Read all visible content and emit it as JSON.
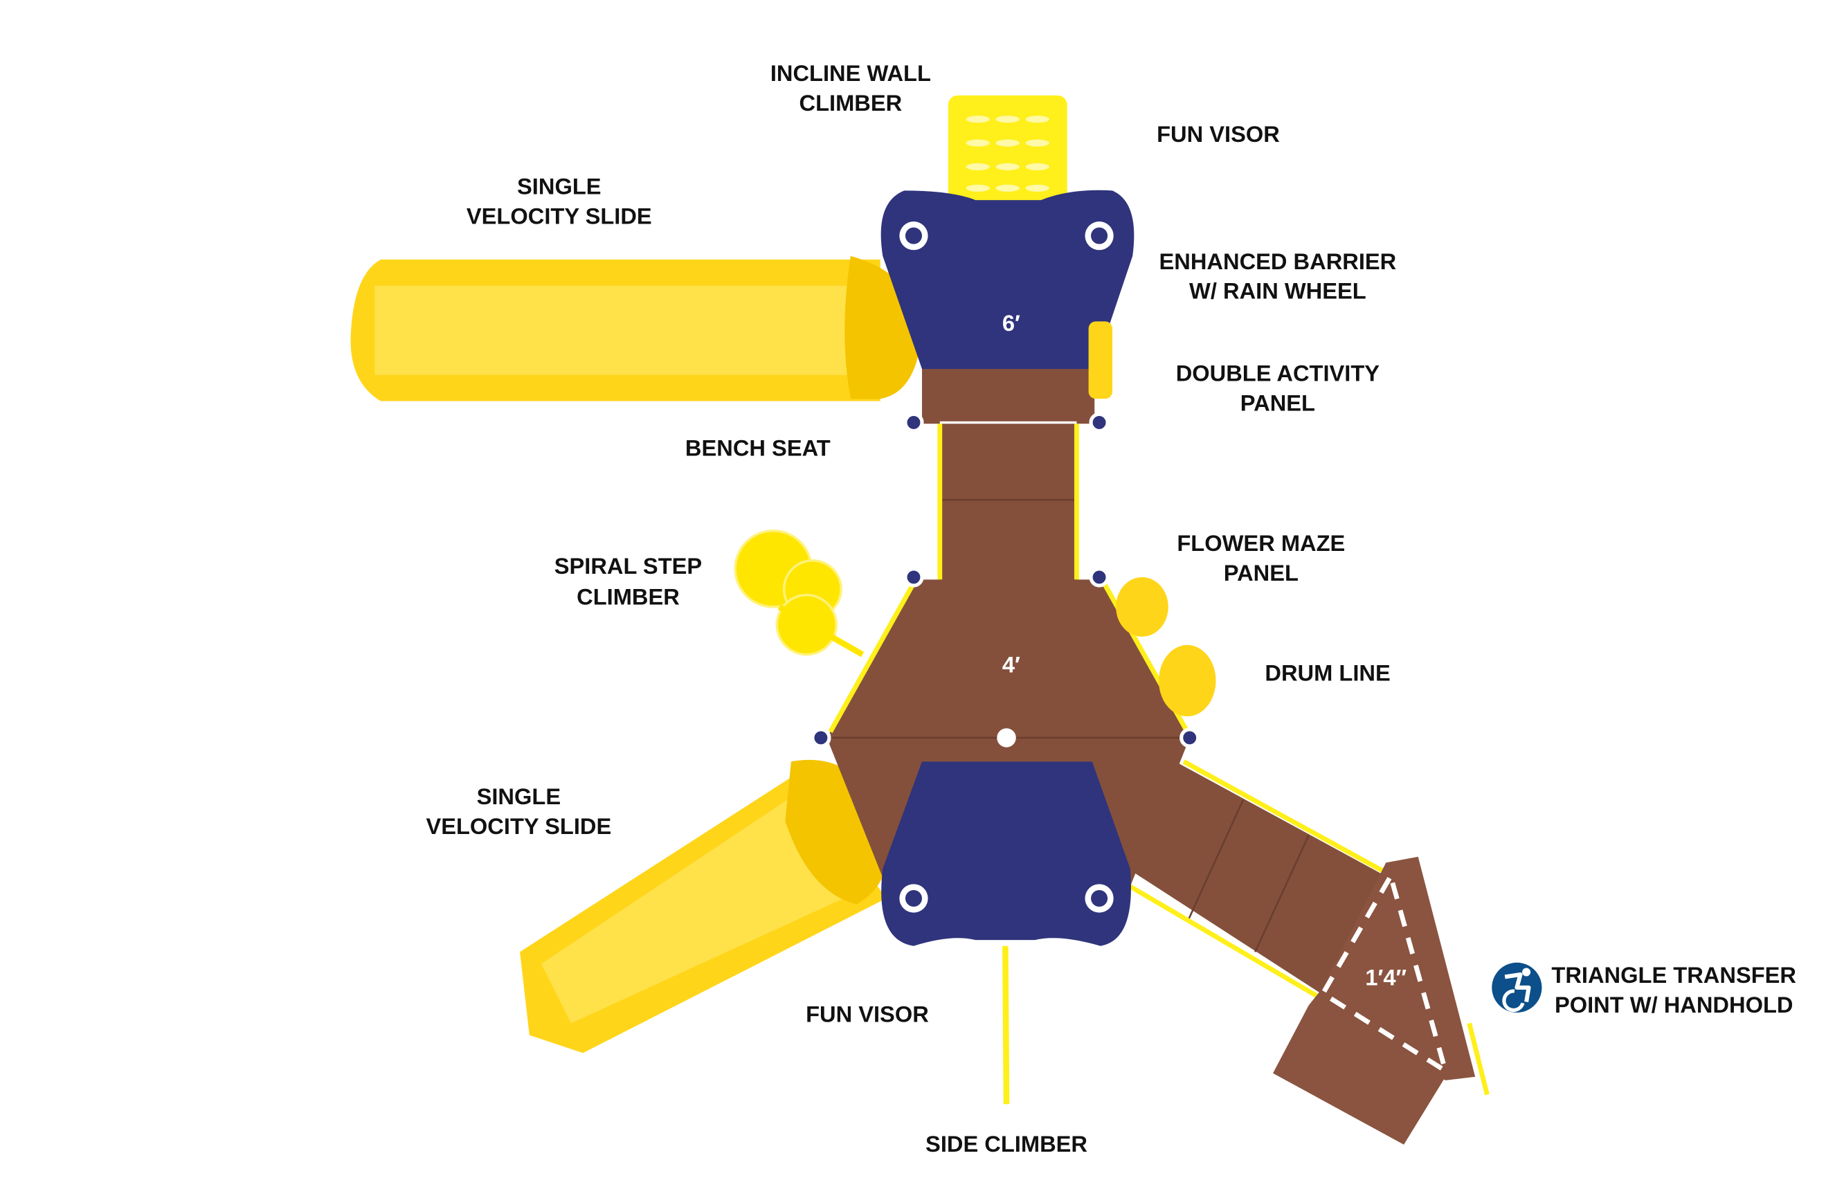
{
  "colors": {
    "yellow": "#FFD51A",
    "yellow_dark": "#E8B800",
    "blue": "#2F347C",
    "brown": "#84503C",
    "access_blue": "#0C4F8A"
  },
  "labels": {
    "incline_wall_climber": [
      "INCLINE WALL",
      "CLIMBER"
    ],
    "fun_visor_top": "FUN VISOR",
    "single_velocity_slide_top": [
      "SINGLE",
      "VELOCITY SLIDE"
    ],
    "enhanced_barrier": [
      "ENHANCED BARRIER",
      "W/ RAIN WHEEL"
    ],
    "double_activity_panel": [
      "DOUBLE ACTIVITY",
      "PANEL"
    ],
    "bench_seat": "BENCH SEAT",
    "spiral_step_climber": [
      "SPIRAL STEP",
      "CLIMBER"
    ],
    "flower_maze_panel": [
      "FLOWER MAZE",
      "PANEL"
    ],
    "drum_line": "DRUM LINE",
    "single_velocity_slide_bottom": [
      "SINGLE",
      "VELOCITY SLIDE"
    ],
    "fun_visor_bottom": "FUN VISOR",
    "side_climber": "SIDE CLIMBER",
    "triangle_transfer": [
      "TRIANGLE TRANSFER",
      "POINT W/ HANDHOLD"
    ]
  },
  "deck_heights": {
    "upper": "6′",
    "middle": "4′",
    "transfer": "1′4″"
  },
  "icons": {
    "accessibility": "wheelchair-accessible-icon"
  }
}
